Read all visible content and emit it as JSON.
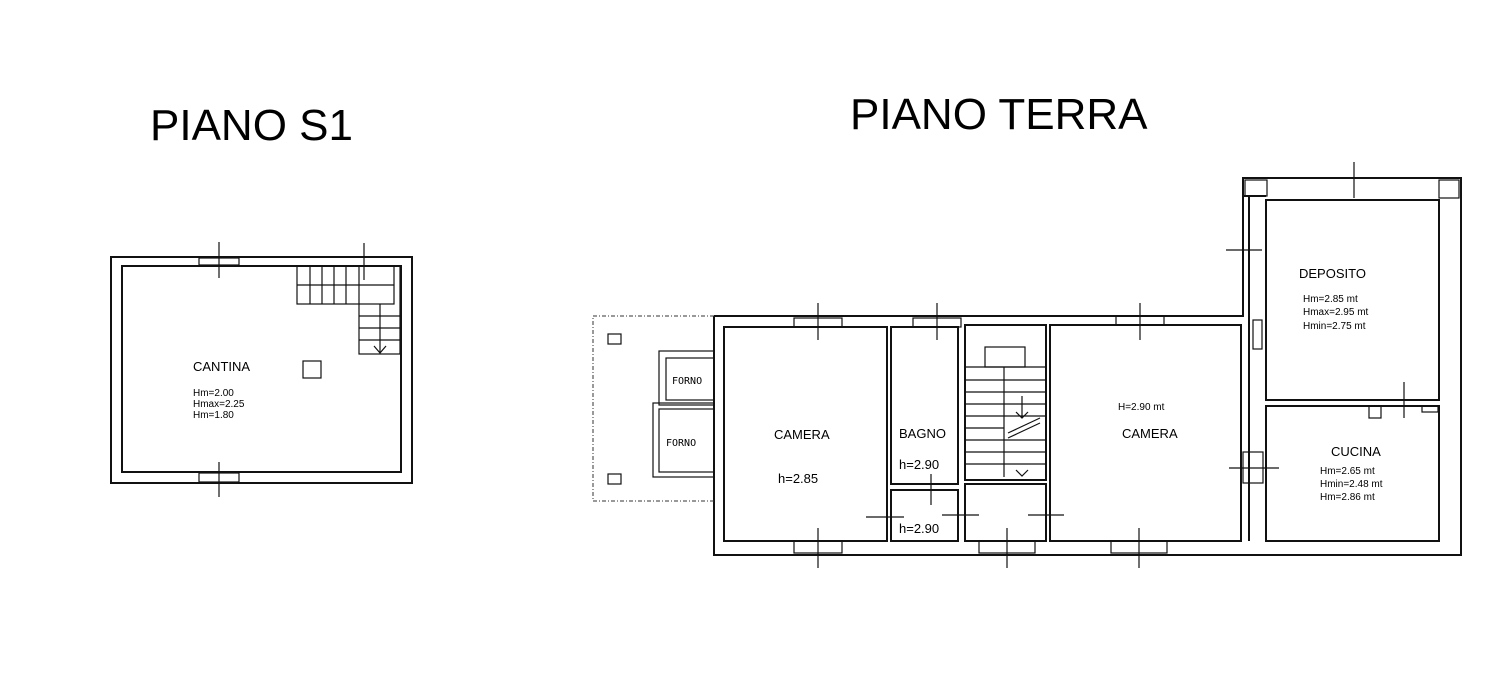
{
  "titles": {
    "basement": "PIANO S1",
    "ground": "PIANO TERRA"
  },
  "basement": {
    "cantina": {
      "label": "CANTINA",
      "notes": [
        "Hm=2.00",
        "Hmax=2.25",
        "Hm=1.80"
      ]
    }
  },
  "ground": {
    "forno_top": "FORNO",
    "forno_bottom": "FORNO",
    "camera_left": {
      "label": "CAMERA",
      "height": "h=2.85"
    },
    "bagno": {
      "label": "BAGNO",
      "height": "h=2.90"
    },
    "wc_height": "h=2.90",
    "camera_right": {
      "label": "CAMERA",
      "height": "H=2.90 mt"
    },
    "deposito": {
      "label": "DEPOSITO",
      "notes": [
        "Hm=2.85 mt",
        "Hmax=2.95 mt",
        "Hmin=2.75 mt"
      ]
    },
    "cucina": {
      "label": "CUCINA",
      "notes": [
        "Hm=2.65 mt",
        "Hmin=2.48 mt",
        "Hm=2.86 mt"
      ]
    }
  }
}
